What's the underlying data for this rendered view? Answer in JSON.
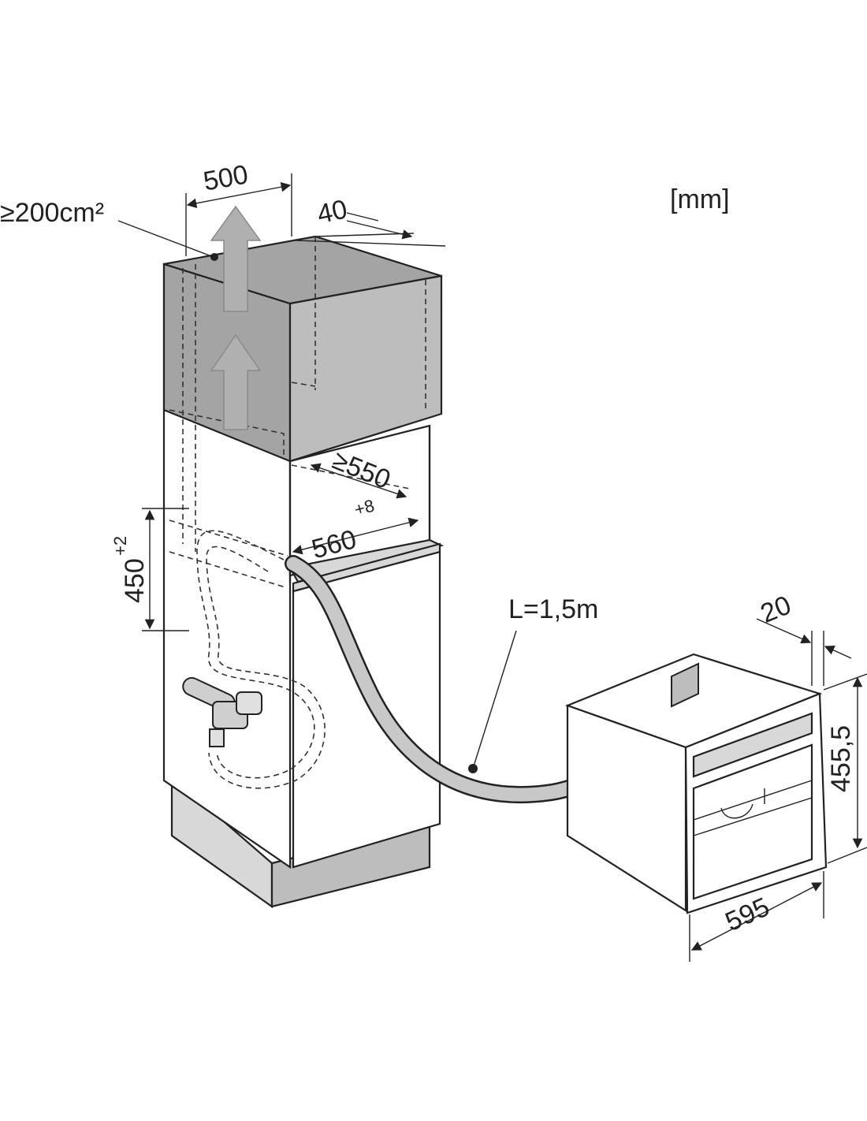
{
  "units_label": "[mm]",
  "labels": {
    "vent_area": "≥200cm²",
    "width_top": "500",
    "gap_rear": "40",
    "depth_min": "≥550",
    "niche_width": "560",
    "niche_width_tol": "+8",
    "niche_height": "450",
    "niche_height_tol": "+2",
    "hose_length": "L=1,5m",
    "front_depth": "20",
    "appliance_height": "455,5",
    "appliance_width": "595"
  },
  "colors": {
    "outline": "#222222",
    "shade_dark": "#a4a4a4",
    "shade_mid": "#bdbdbd",
    "shade_light": "#d8d8d8",
    "hose": "#c8c8c8",
    "arrow": "#b0b0b0"
  }
}
